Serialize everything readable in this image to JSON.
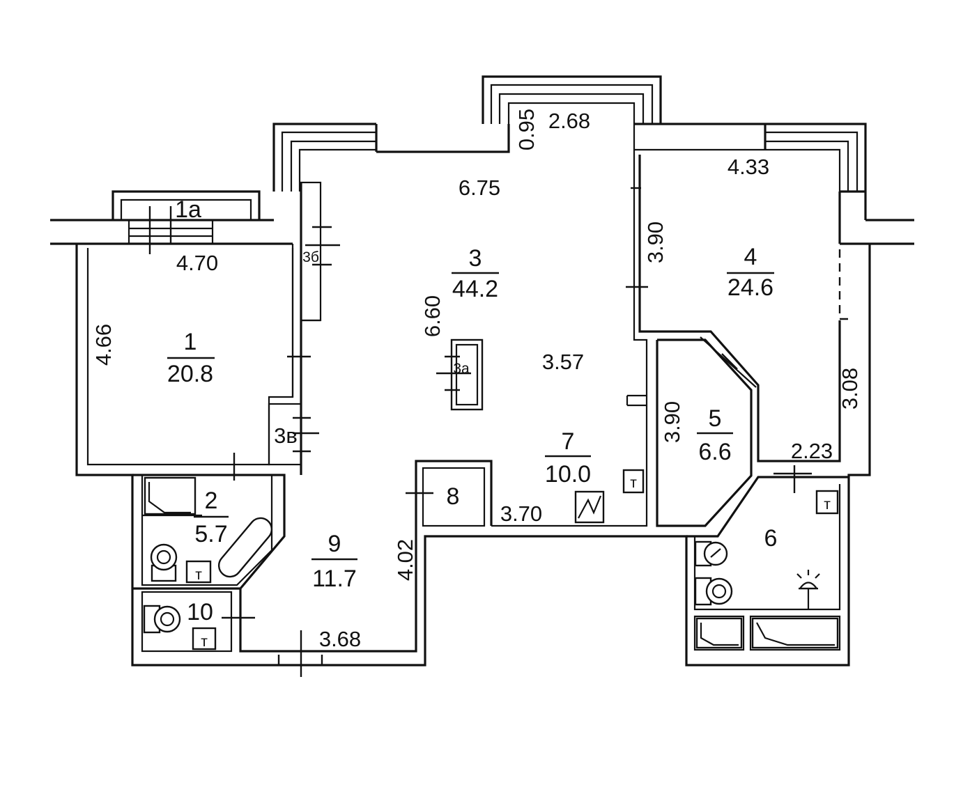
{
  "rooms": [
    {
      "id": "1",
      "number": "1",
      "area": "20.8"
    },
    {
      "id": "1a",
      "number": "1a",
      "area": ""
    },
    {
      "id": "2",
      "number": "2",
      "area": "5.7"
    },
    {
      "id": "3",
      "number": "3",
      "area": "44.2"
    },
    {
      "id": "3a",
      "number": "3a",
      "area": ""
    },
    {
      "id": "3b",
      "number": "3б",
      "area": ""
    },
    {
      "id": "3v",
      "number": "3в",
      "area": ""
    },
    {
      "id": "4",
      "number": "4",
      "area": "24.6"
    },
    {
      "id": "5",
      "number": "5",
      "area": "6.6"
    },
    {
      "id": "6",
      "number": "6",
      "area": ""
    },
    {
      "id": "7",
      "number": "7",
      "area": "10.0"
    },
    {
      "id": "8",
      "number": "8",
      "area": ""
    },
    {
      "id": "9",
      "number": "9",
      "area": "11.7"
    },
    {
      "id": "10",
      "number": "10",
      "area": ""
    }
  ],
  "dimensions": {
    "d_095": "0.95",
    "d_268": "2.68",
    "d_433": "4.33",
    "d_675": "6.75",
    "d_470": "4.70",
    "d_390_room4": "3.90",
    "d_466": "4.66",
    "d_660": "6.60",
    "d_357": "3.57",
    "d_390_room5": "3.90",
    "d_308": "3.08",
    "d_223": "2.23",
    "d_370": "3.70",
    "d_402": "4.02",
    "d_368": "3.68"
  },
  "icons": [
    "bathtub-icon",
    "toilet-icon",
    "sink-icon",
    "shower-tray-icon",
    "stove-icon",
    "washing-machine-icon",
    "heater-icon",
    "ceiling-lamp-icon",
    "counter-icon",
    "dryer-icon"
  ]
}
